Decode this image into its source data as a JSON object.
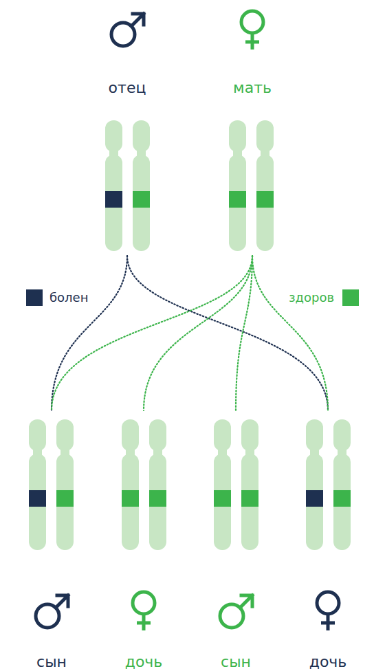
{
  "diagram": {
    "labels": [
      "отец",
      "мать",
      "сын",
      "дочь",
      "сын",
      "дочь"
    ],
    "legend": [
      {
        "text": "болен",
        "color": "#1e3050"
      },
      {
        "text": "здоров",
        "color": "#3cb44b"
      }
    ]
  }
}
